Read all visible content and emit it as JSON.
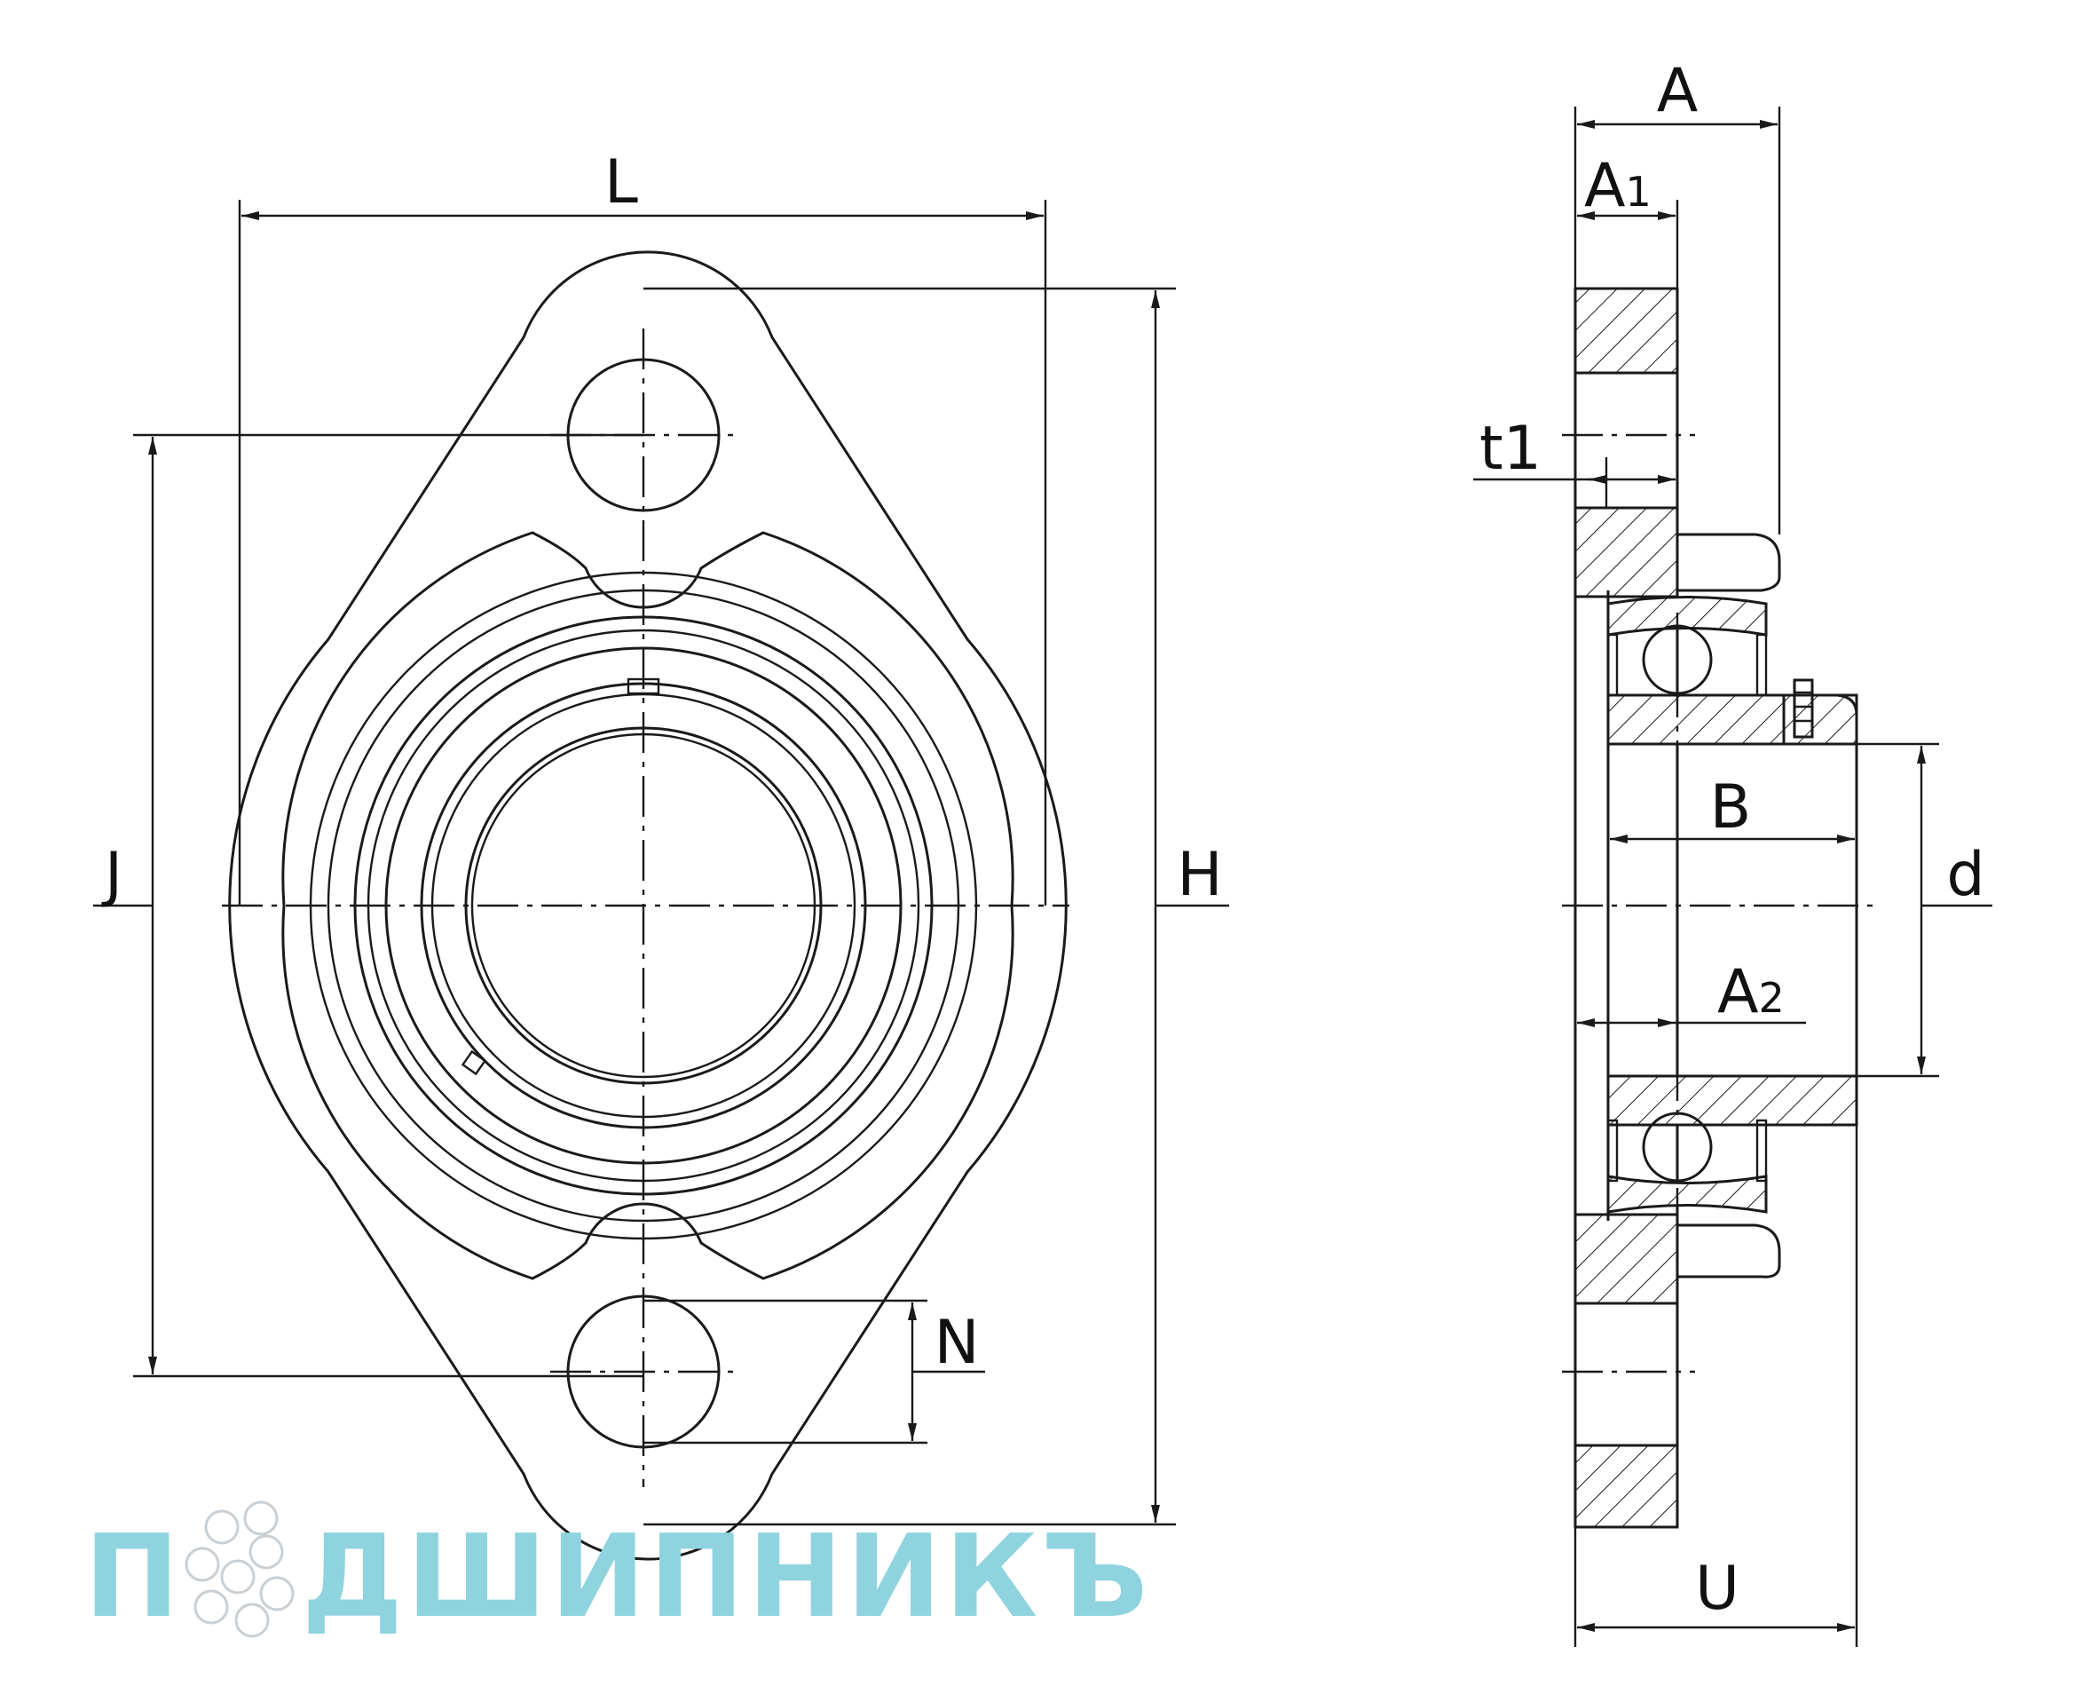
{
  "labels": {
    "L": "L",
    "H": "H",
    "J": "J",
    "N": "N",
    "A": "A",
    "A1_main": "A",
    "A1_sub": "1",
    "A2_main": "A",
    "A2_sub": "2",
    "t1": "t1",
    "B": "B",
    "d": "d",
    "U": "U"
  },
  "watermark": {
    "brand_text": "ДШИПНИКЪ",
    "first_letter": "П"
  },
  "colors": {
    "line": "#1a1a1a",
    "watermark": "#8fd3df"
  }
}
